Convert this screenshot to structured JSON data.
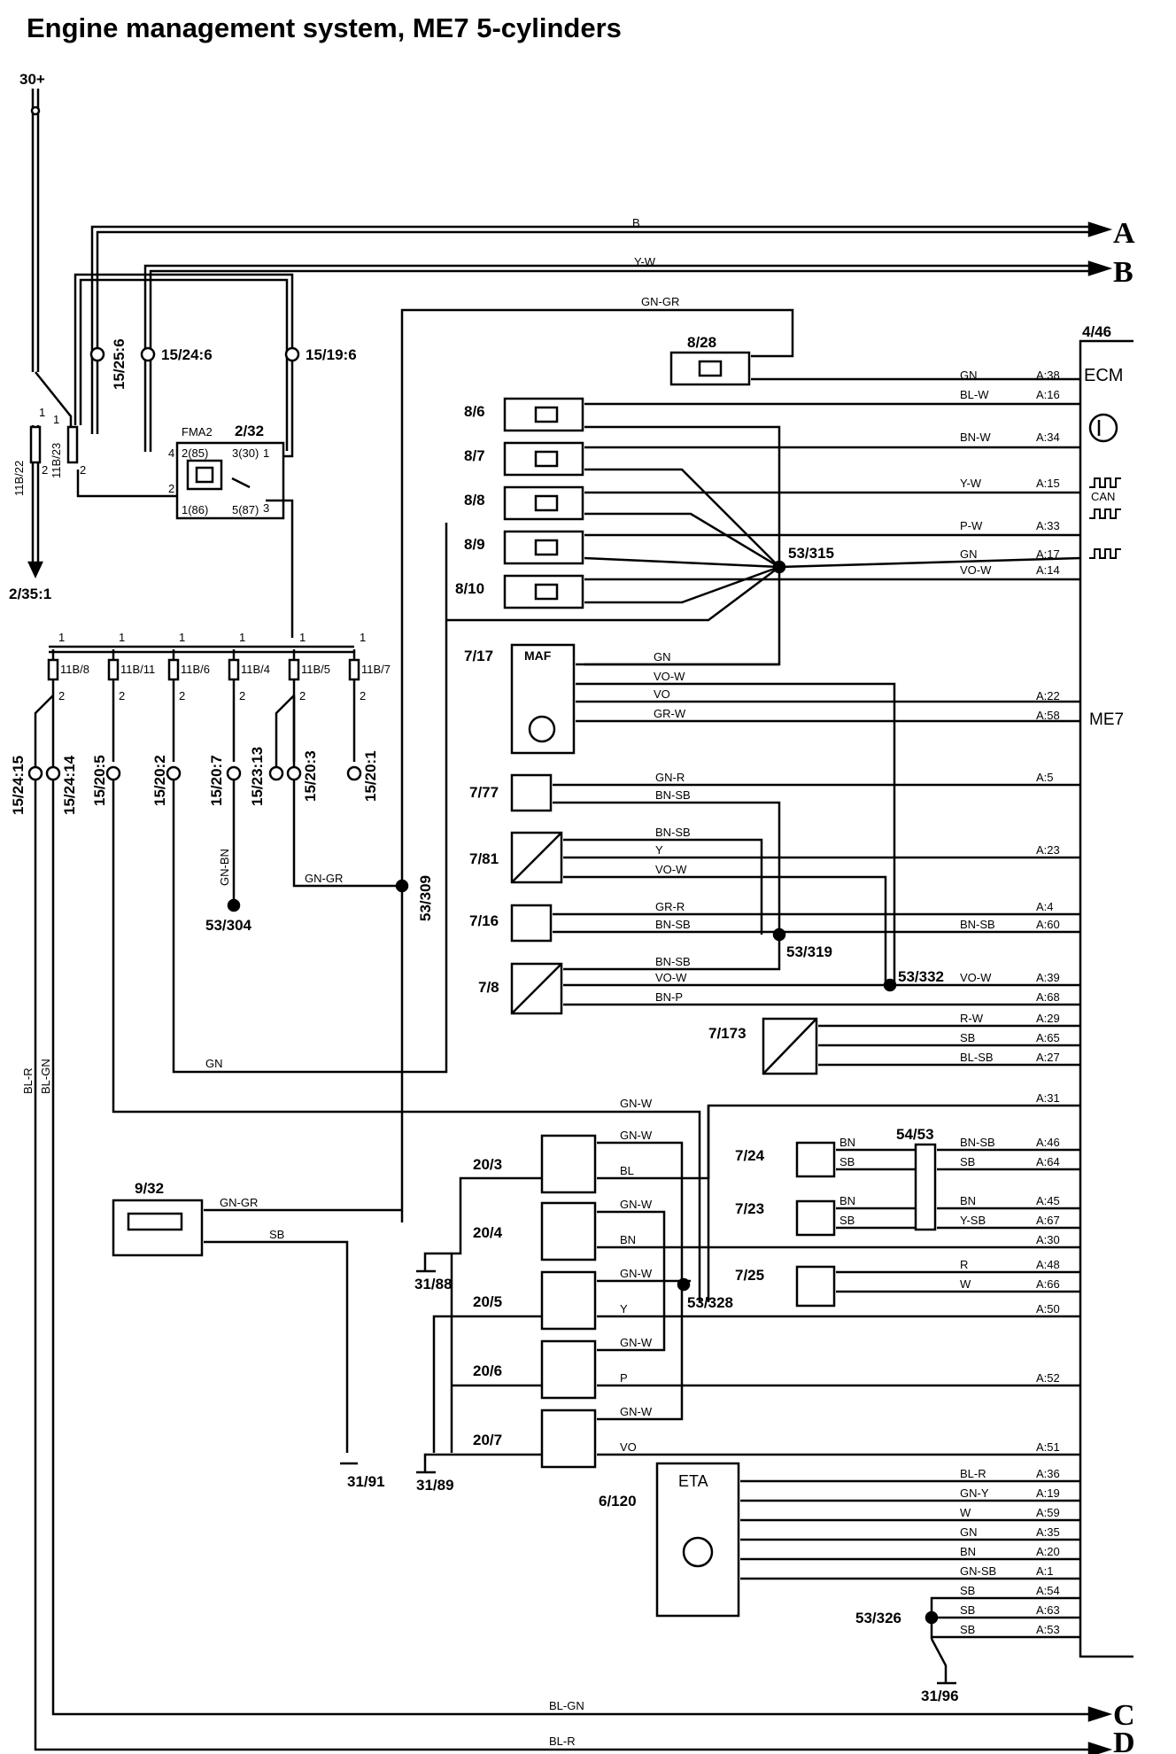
{
  "title": "Engine management system, ME7 5-cylinders",
  "supply": "30+",
  "ground_ref": "2/35:1",
  "ecm": {
    "id": "4/46",
    "name": "ECM",
    "model": "ME7",
    "can": "CAN"
  },
  "relay": {
    "id": "2/32",
    "type": "FMA2",
    "pins": [
      "2(85)",
      "3(30)",
      "1(86)",
      "5(87)"
    ],
    "pin_numbers": [
      "4",
      "1",
      "2",
      "3"
    ]
  },
  "top_fuses": [
    {
      "id": "11B/22",
      "pin_a": "1",
      "pin_b": "2"
    },
    {
      "id": "11B/23",
      "pin_a": "1",
      "pin_b": "2"
    }
  ],
  "top_connectors": [
    "15/25:6",
    "15/24:6",
    "15/19:6"
  ],
  "fuse_row": [
    {
      "id": "11B/8"
    },
    {
      "id": "11B/11"
    },
    {
      "id": "11B/6"
    },
    {
      "id": "11B/4"
    },
    {
      "id": "11B/5"
    },
    {
      "id": "11B/7"
    }
  ],
  "fuse_pin_top": "1",
  "fuse_pin_bottom": "2",
  "fuse_connectors": [
    "15/24:15",
    "15/24:14",
    "15/20:5",
    "15/20:2",
    "15/20:7",
    "15/23:13",
    "15/20:3",
    "15/20:1"
  ],
  "splices": [
    "53/304",
    "53/309",
    "53/315",
    "53/319",
    "53/332",
    "53/328",
    "53/326"
  ],
  "grounds": [
    "31/88",
    "31/91",
    "31/89",
    "31/96"
  ],
  "outputs": [
    {
      "letter": "A",
      "wire": "B"
    },
    {
      "letter": "B",
      "wire": "Y-W"
    },
    {
      "letter": "C",
      "wire": "BL-GN"
    },
    {
      "letter": "D",
      "wire": "BL-R"
    }
  ],
  "wires": {
    "gn_gr": "GN-GR",
    "gn": "GN",
    "gn_bn": "GN-BN",
    "gn_w": "GN-W",
    "sb": "SB",
    "bl_r": "BL-R",
    "bl_gn": "BL-GN",
    "gn_r": "GN-R"
  },
  "components": {
    "c828": "8/28",
    "c86": "8/6",
    "c87": "8/7",
    "c88": "8/8",
    "c89": "8/9",
    "c810": "8/10",
    "c717": "7/17",
    "maf": "MAF",
    "c777": "7/77",
    "c781": "7/81",
    "c716": "7/16",
    "c78": "7/8",
    "c7173": "7/173",
    "c932": "9/32",
    "c203": "20/3",
    "c204": "20/4",
    "c205": "20/5",
    "c206": "20/6",
    "c207": "20/7",
    "c724": "7/24",
    "c723": "7/23",
    "c725": "7/25",
    "c5453": "54/53",
    "c6120": "6/120",
    "eta": "ETA"
  },
  "ecm_pins": [
    {
      "pin": "A:38",
      "wire": "GN"
    },
    {
      "pin": "A:16",
      "wire": "BL-W"
    },
    {
      "pin": "A:34",
      "wire": "BN-W"
    },
    {
      "pin": "A:15",
      "wire": "Y-W"
    },
    {
      "pin": "A:33",
      "wire": "P-W"
    },
    {
      "pin": "A:17",
      "wire": "GN"
    },
    {
      "pin": "A:14",
      "wire": "VO-W"
    },
    {
      "pin": "A:22",
      "wire": ""
    },
    {
      "pin": "A:58",
      "wire": ""
    },
    {
      "pin": "A:5",
      "wire": ""
    },
    {
      "pin": "A:23",
      "wire": ""
    },
    {
      "pin": "A:4",
      "wire": ""
    },
    {
      "pin": "A:60",
      "wire": "BN-SB"
    },
    {
      "pin": "A:39",
      "wire": "VO-W"
    },
    {
      "pin": "A:68",
      "wire": ""
    },
    {
      "pin": "A:29",
      "wire": "R-W"
    },
    {
      "pin": "A:65",
      "wire": "SB"
    },
    {
      "pin": "A:27",
      "wire": "BL-SB"
    },
    {
      "pin": "A:31",
      "wire": ""
    },
    {
      "pin": "A:46",
      "wire": "BN-SB"
    },
    {
      "pin": "A:64",
      "wire": "SB"
    },
    {
      "pin": "A:45",
      "wire": "BN"
    },
    {
      "pin": "A:67",
      "wire": "Y-SB"
    },
    {
      "pin": "A:30",
      "wire": ""
    },
    {
      "pin": "A:48",
      "wire": "R"
    },
    {
      "pin": "A:66",
      "wire": "W"
    },
    {
      "pin": "A:50",
      "wire": ""
    },
    {
      "pin": "A:52",
      "wire": ""
    },
    {
      "pin": "A:51",
      "wire": ""
    },
    {
      "pin": "A:36",
      "wire": "BL-R"
    },
    {
      "pin": "A:19",
      "wire": "GN-Y"
    },
    {
      "pin": "A:59",
      "wire": "W"
    },
    {
      "pin": "A:35",
      "wire": "GN"
    },
    {
      "pin": "A:20",
      "wire": "BN"
    },
    {
      "pin": "A:1",
      "wire": "GN-SB"
    },
    {
      "pin": "A:54",
      "wire": "SB"
    },
    {
      "pin": "A:63",
      "wire": "SB"
    },
    {
      "pin": "A:53",
      "wire": "SB"
    }
  ],
  "sensor_wires": {
    "maf": [
      "GN",
      "VO-W",
      "VO",
      "GR-W"
    ],
    "s777": [
      "GN-R",
      "BN-SB"
    ],
    "s781": [
      "BN-SB",
      "Y",
      "VO-W"
    ],
    "s716": [
      "GR-R",
      "BN-SB"
    ],
    "s78": [
      "BN-SB",
      "VO-W",
      "BN-P"
    ],
    "s724": [
      "BN",
      "SB"
    ],
    "s723": [
      "BN",
      "SB"
    ],
    "coils": [
      "BL",
      "BN",
      "Y",
      "P",
      "VO"
    ]
  }
}
